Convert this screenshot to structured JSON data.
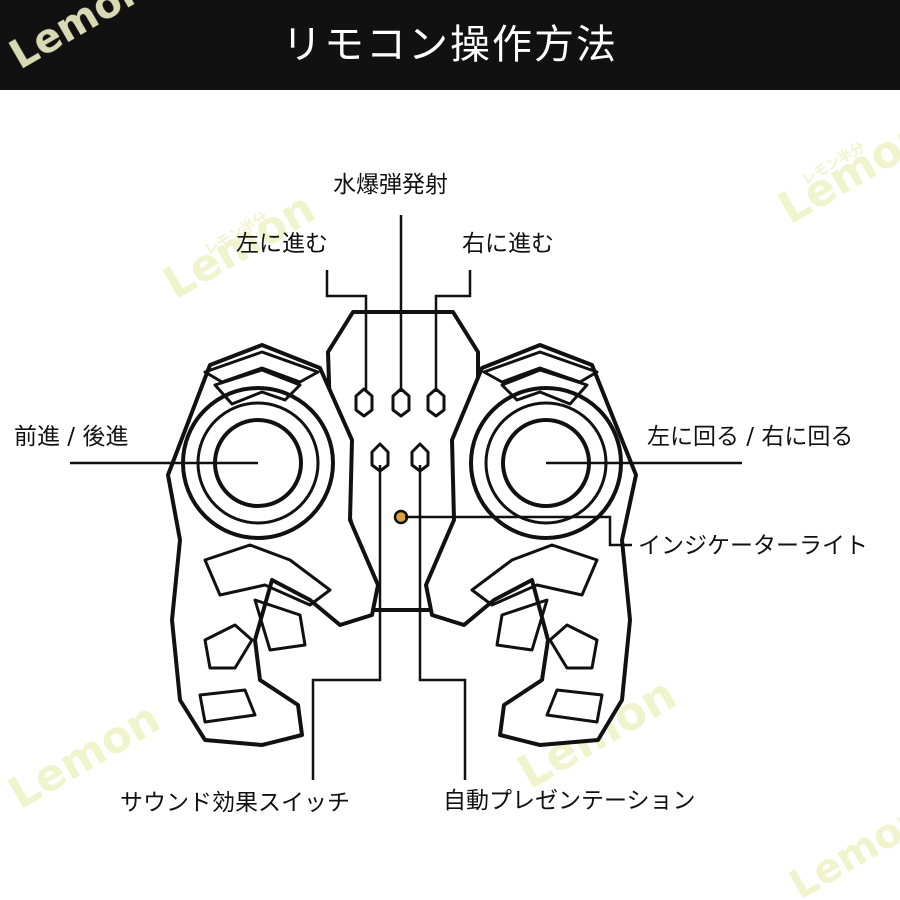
{
  "header": {
    "title": "リモコン操作方法"
  },
  "labels": {
    "water_bomb": "水爆弾発射",
    "move_left": "左に進む",
    "move_right": "右に進む",
    "forward_back": "前進 / 後進",
    "turn": "左に回る / 右に回る",
    "indicator": "インジケーターライト",
    "sound_switch": "サウンド効果スイッチ",
    "auto_demo": "自動プレゼンテーション"
  },
  "watermark": {
    "text": "Lemon",
    "subtext": "レモン半分"
  },
  "colors": {
    "header_bg": "#111111",
    "header_text": "#ffffff",
    "line": "#111111",
    "watermark": "#eef3c8"
  }
}
